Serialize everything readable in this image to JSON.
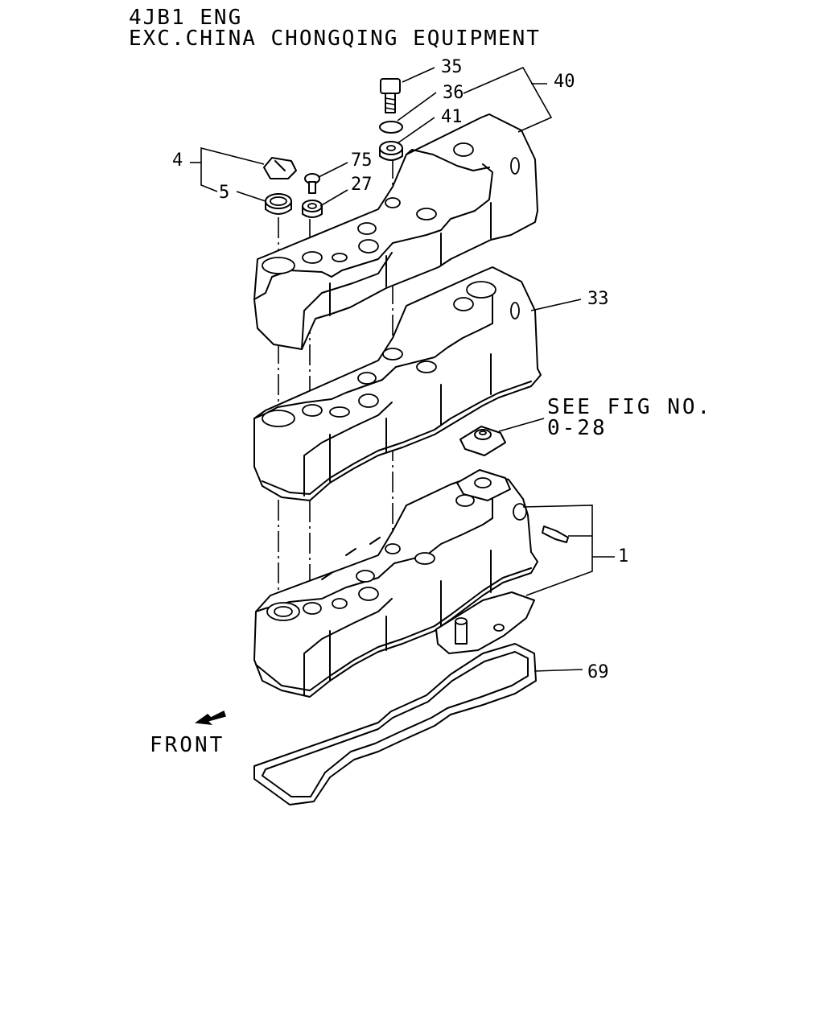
{
  "header": {
    "line1": "4JB1 ENG",
    "line2": "EXC.CHINA CHONGQING EQUIPMENT"
  },
  "callouts": {
    "c35": "35",
    "c36": "36",
    "c41": "41",
    "c40": "40",
    "c4": "4",
    "c5": "5",
    "c75": "75",
    "c27": "27",
    "c33": "33",
    "c1": "1",
    "c69": "69"
  },
  "reference": {
    "line1": "SEE FIG NO.",
    "line2": "0-28"
  },
  "direction": {
    "label": "FRONT",
    "icon": "arrow-left-down-icon"
  }
}
